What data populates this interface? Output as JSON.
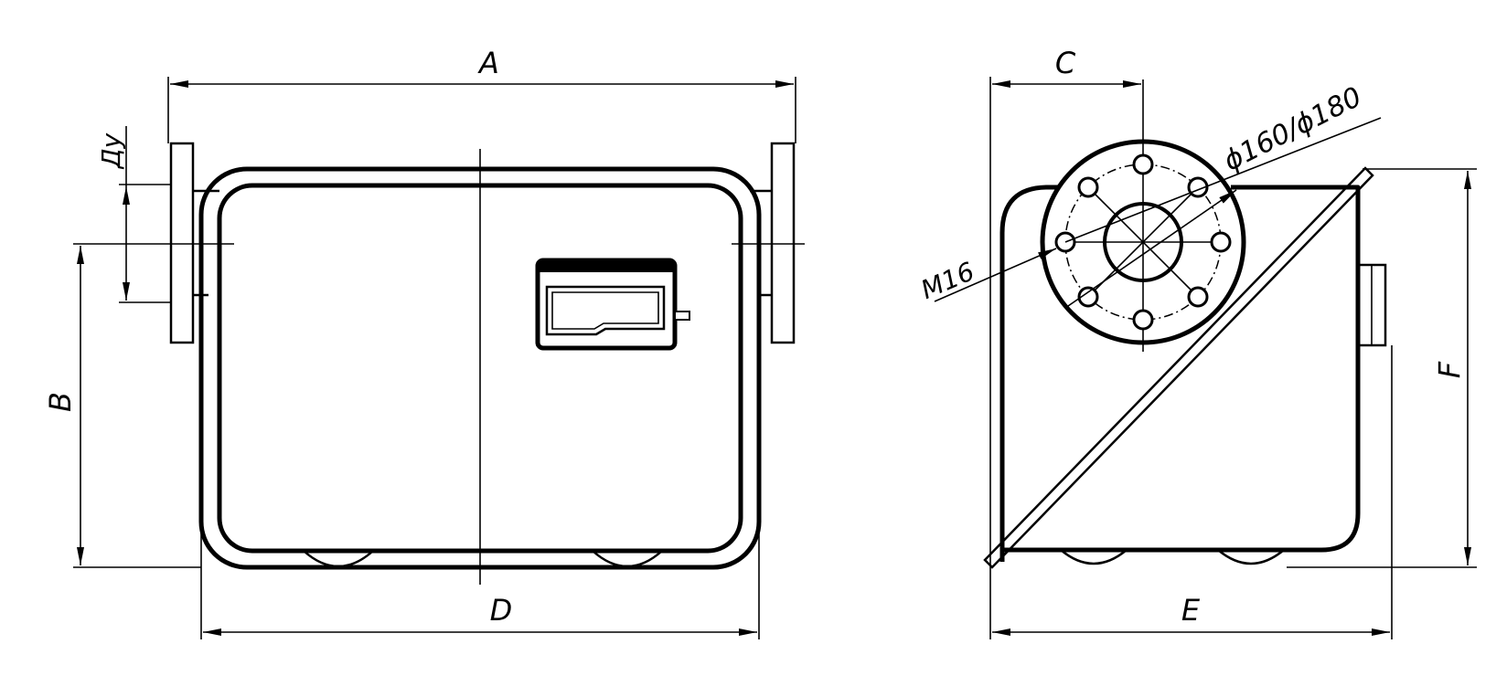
{
  "dimensions": {
    "front": {
      "a": "A",
      "b": "B",
      "d": "D",
      "du": "Ду"
    },
    "side": {
      "c": "C",
      "e": "E",
      "f": "F",
      "thread": "M16",
      "diameters": "ϕ160/ϕ180"
    }
  }
}
